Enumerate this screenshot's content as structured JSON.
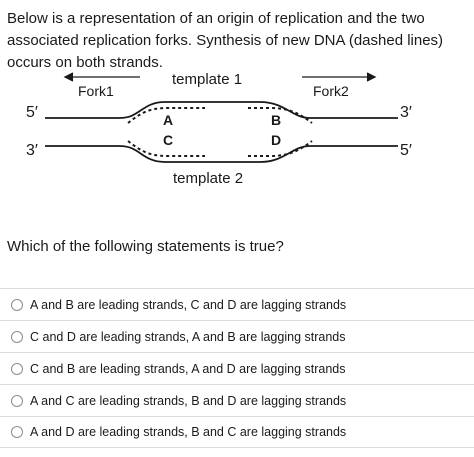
{
  "intro_text": "Below is a representation of an origin of replication and the two associated replication forks. Synthesis of new DNA (dashed lines) occurs on both strands.",
  "diagram": {
    "fork1_label": "Fork1",
    "fork2_label": "Fork2",
    "template1_label": "template 1",
    "template2_label": "template 2",
    "top_left_end": "5′",
    "top_right_end": "3′",
    "bottom_left_end": "3′",
    "bottom_right_end": "5′",
    "strand_A": "A",
    "strand_B": "B",
    "strand_C": "C",
    "strand_D": "D"
  },
  "question": "Which of the following statements is true?",
  "options": [
    {
      "label": "A and B are leading strands, C and D are lagging strands"
    },
    {
      "label": "C and D are leading strands, A and B are lagging strands"
    },
    {
      "label": "C and B are leading strands, A and D are lagging strands"
    },
    {
      "label": "A and C are leading strands, B and D are lagging strands"
    },
    {
      "label": "A and D are leading strands, B and C are lagging strands"
    }
  ]
}
